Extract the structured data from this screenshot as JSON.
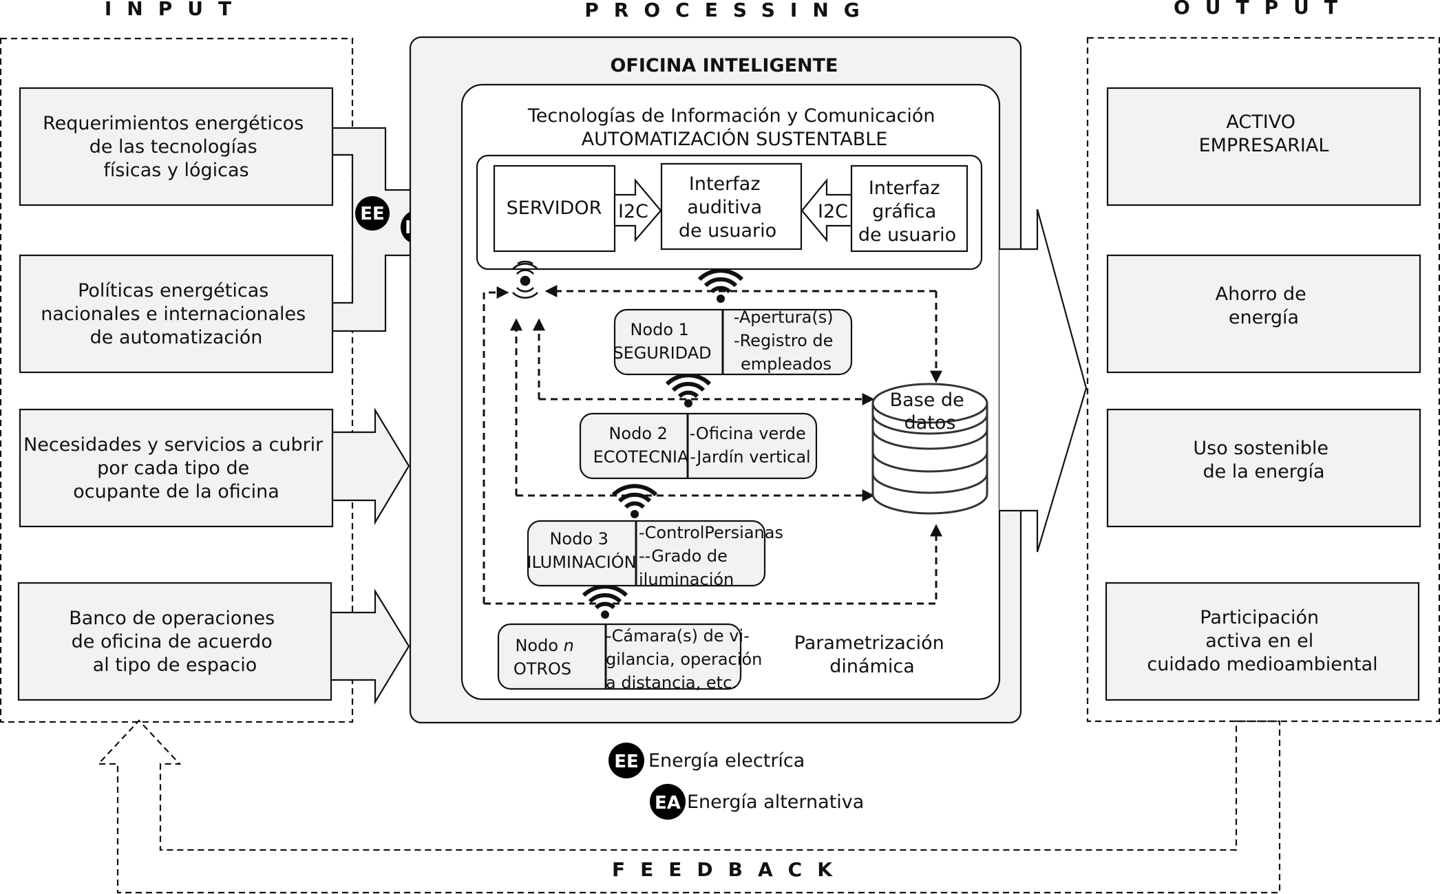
{
  "headers": {
    "input": "INPUT",
    "processing": "PROCESSING",
    "output": "OUTPUT",
    "feedback": "FEEDBACK"
  },
  "inputs": [
    {
      "lines": [
        "Requerimientos energéticos",
        "de las tecnologías",
        "físicas y lógicas"
      ]
    },
    {
      "lines": [
        "Políticas energéticas",
        "nacionales e internacionales",
        "de automatización"
      ]
    },
    {
      "lines": [
        "Necesidades y servicios a cubrir",
        "por cada tipo de",
        "ocupante de la oficina"
      ]
    },
    {
      "lines": [
        "Banco de operaciones",
        "de oficina de acuerdo",
        "al tipo de espacio"
      ]
    }
  ],
  "processing": {
    "title": "OFICINA INTELIGENTE",
    "subtitle": [
      "Tecnologías de Información y Comunicación",
      "AUTOMATIZACIÓN SUSTENTABLE"
    ],
    "servidor": "SERVIDOR",
    "i2c": "I2C",
    "audio_interface": [
      "Interfaz",
      "auditiva",
      "de usuario"
    ],
    "graphic_interface": [
      "Interfaz",
      "gráfica",
      "de usuario"
    ],
    "database": [
      "Base de",
      "datos"
    ],
    "parametrization": [
      "Parametrización",
      "dinámica"
    ],
    "nodes": [
      {
        "name": [
          "Nodo 1",
          "SEGURIDAD"
        ],
        "details": [
          "-Apertura(s)",
          "-Registro de",
          "empleados"
        ]
      },
      {
        "name": [
          "Nodo 2",
          "ECOTECNIA"
        ],
        "details": [
          "-Oficina verde",
          "-Jardín vertical"
        ]
      },
      {
        "name": [
          "Nodo 3",
          "ILUMINACIÓN"
        ],
        "details": [
          "-ControlPersianas",
          "--Grado de",
          "iluminación"
        ]
      },
      {
        "name_prefix": "Nodo ",
        "name_italic": "n",
        "name_line2": "OTROS",
        "details": [
          "-Cámara(s) de vi-",
          "gilancia, operación",
          "a distancia, etc."
        ]
      }
    ]
  },
  "outputs": [
    {
      "lines": [
        "ACTIVO",
        "EMPRESARIAL"
      ]
    },
    {
      "lines": [
        "Ahorro de",
        "energía"
      ]
    },
    {
      "lines": [
        "Uso sostenible",
        "de la energía"
      ]
    },
    {
      "lines": [
        "Participación",
        "activa en el",
        "cuidado medioambiental"
      ]
    }
  ],
  "badges": {
    "ee": "EE",
    "ea": "EA"
  },
  "legend": [
    {
      "badge": "EE",
      "label": "Energía electríca"
    },
    {
      "badge": "EA",
      "label": "Energía alternativa"
    }
  ],
  "colors": {
    "box_fill": "#f2f2f2",
    "stroke": "#111111",
    "badge": "#000000"
  },
  "icons": [
    "wifi-icon",
    "antenna-icon",
    "database-icon"
  ]
}
